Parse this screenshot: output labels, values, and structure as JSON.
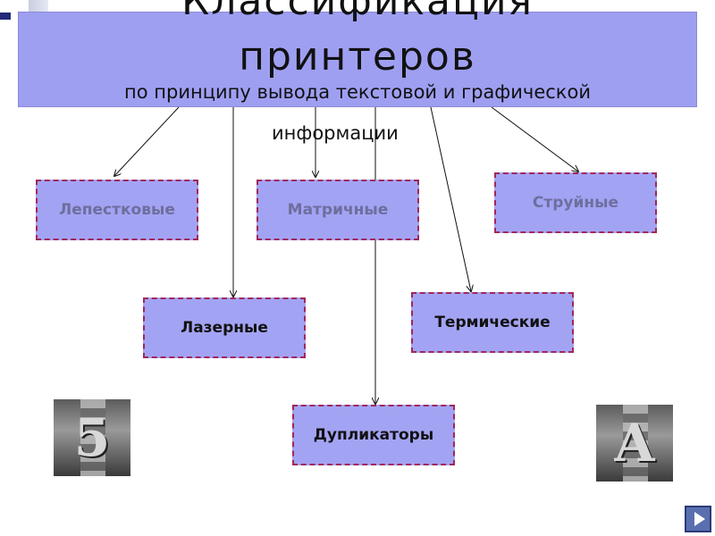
{
  "slide": {
    "title_top": "Классификация",
    "title_main": "принтеров",
    "subtitle": "по принципу вывода текстовой и графической",
    "subtitle_cont": "информации"
  },
  "categories": [
    {
      "label": "Лепестковые"
    },
    {
      "label": "Матричные"
    },
    {
      "label": "Струйные"
    },
    {
      "label": "Лазерные"
    },
    {
      "label": "Термические"
    },
    {
      "label": "Дупликаторы"
    }
  ],
  "colors": {
    "title_bg": "#9f9ff2",
    "box_bg": "#a3a3f4",
    "box_border": "#a0285a",
    "nav_button": "#5a6fb0"
  },
  "icons": {
    "left_clipart": "number-five-clipart-icon",
    "right_clipart": "letter-a-clipart-icon",
    "nav": "next-slide-arrow-icon"
  }
}
